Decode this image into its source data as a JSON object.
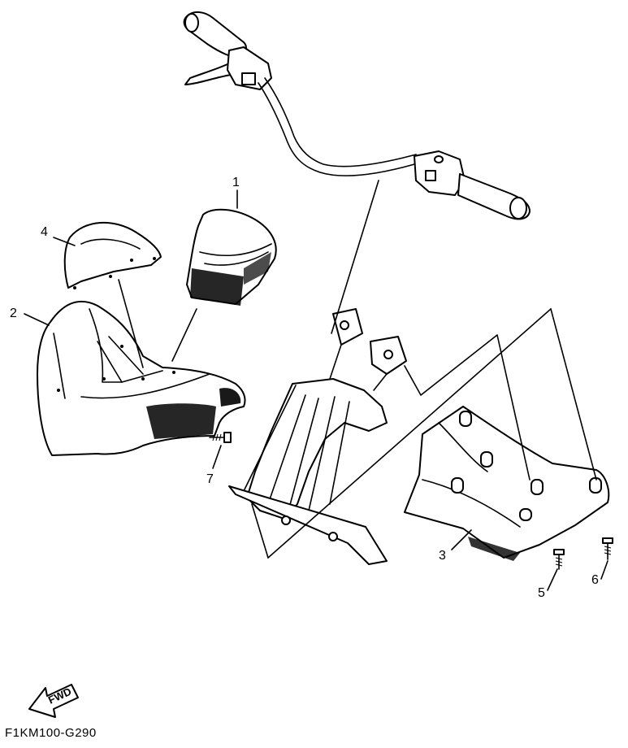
{
  "callouts": {
    "c1": "1",
    "c2": "2",
    "c3": "3",
    "c4": "4",
    "c5": "5",
    "c6": "6",
    "c7": "7"
  },
  "fwd_label": "FWD",
  "drawing_code": "F1KM100-G290"
}
